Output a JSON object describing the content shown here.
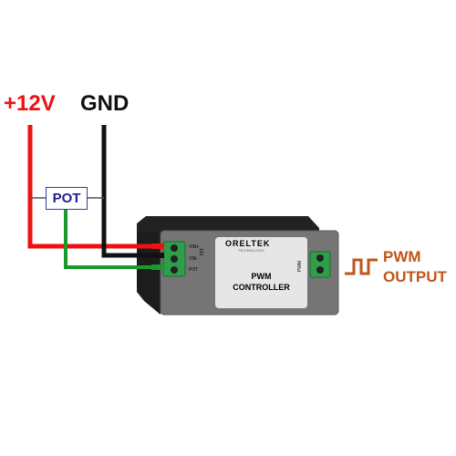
{
  "labels": {
    "supply_positive": "+12V",
    "ground": "GND",
    "pot": "POT",
    "output_line1": "PWM",
    "output_line2": "OUTPUT"
  },
  "device": {
    "brand": "ORELTEK",
    "brand_sub": "TECHNOLOGY",
    "title_line1": "PWM",
    "title_line2": "CONTROLLER",
    "input_pins": [
      "VIN+",
      "VIN -",
      "POT"
    ],
    "input_voltage": "12V",
    "output_pin": "PWM"
  },
  "colors": {
    "positive_wire": "#ee1111",
    "ground_wire": "#111111",
    "pot_wire": "#1a9a2a",
    "pwm_signal": "#c0561a",
    "label_red": "#ee1111",
    "pot_text": "#1f1f8a",
    "terminal_green": "#2f9d4a"
  }
}
